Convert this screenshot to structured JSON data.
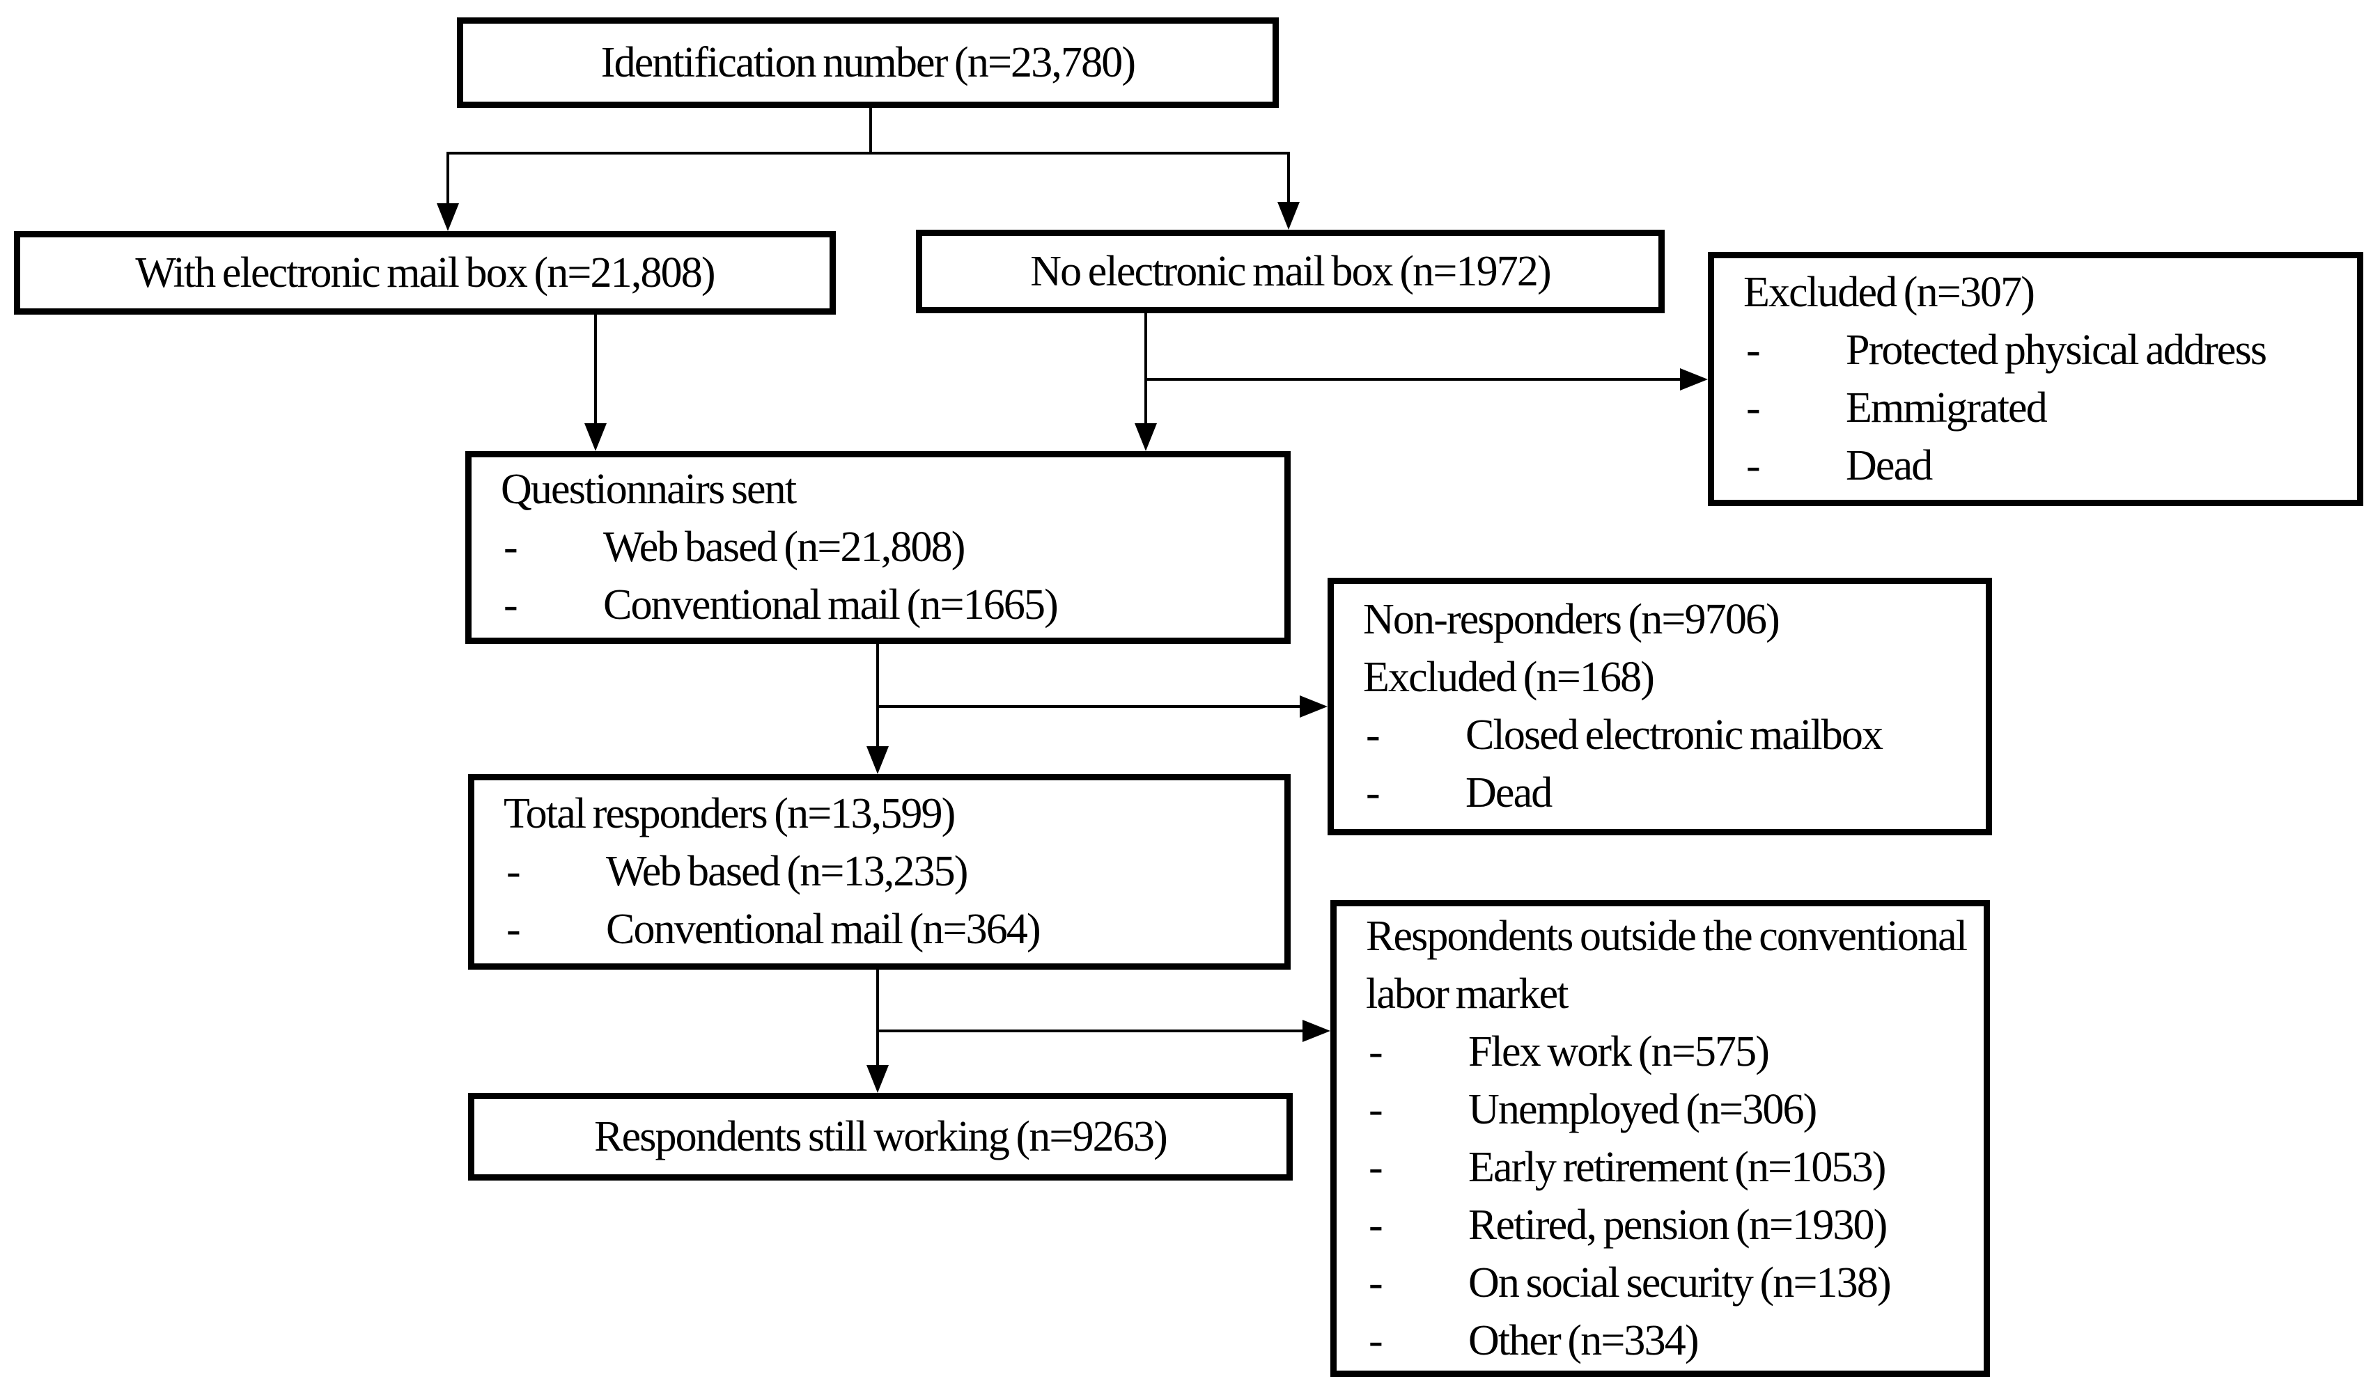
{
  "diagram": {
    "bullet_char": "-",
    "colors": {
      "line": "#000000",
      "box_border": "#000000",
      "text": "#000000",
      "background": "#ffffff"
    },
    "nodes": {
      "identification": {
        "title": "Identification number (n=23,780)"
      },
      "with_mailbox": {
        "title": "With electronic mail box (n=21,808)"
      },
      "no_mailbox": {
        "title": "No electronic mail box (n=1972)"
      },
      "excluded": {
        "title": "Excluded (n=307)",
        "items": [
          "Protected physical address",
          "Emmigrated",
          "Dead"
        ]
      },
      "questionnaires": {
        "title": "Questionnairs sent",
        "items": [
          "Web based (n=21,808)",
          "Conventional mail (n=1665)"
        ]
      },
      "non_responders": {
        "title": "Non-responders (n=9706)",
        "subtitle": "Excluded (n=168)",
        "items": [
          "Closed electronic mailbox",
          "Dead"
        ]
      },
      "total_responders": {
        "title": "Total responders (n=13,599)",
        "items": [
          "Web based (n=13,235)",
          "Conventional mail (n=364)"
        ]
      },
      "outside_labor": {
        "title": "Respondents outside the conventional labor market",
        "items": [
          "Flex work (n=575)",
          "Unemployed (n=306)",
          "Early retirement (n=1053)",
          "Retired, pension (n=1930)",
          "On social security (n=138)",
          "Other (n=334)"
        ]
      },
      "still_working": {
        "title": "Respondents still working (n=9263)"
      }
    }
  }
}
